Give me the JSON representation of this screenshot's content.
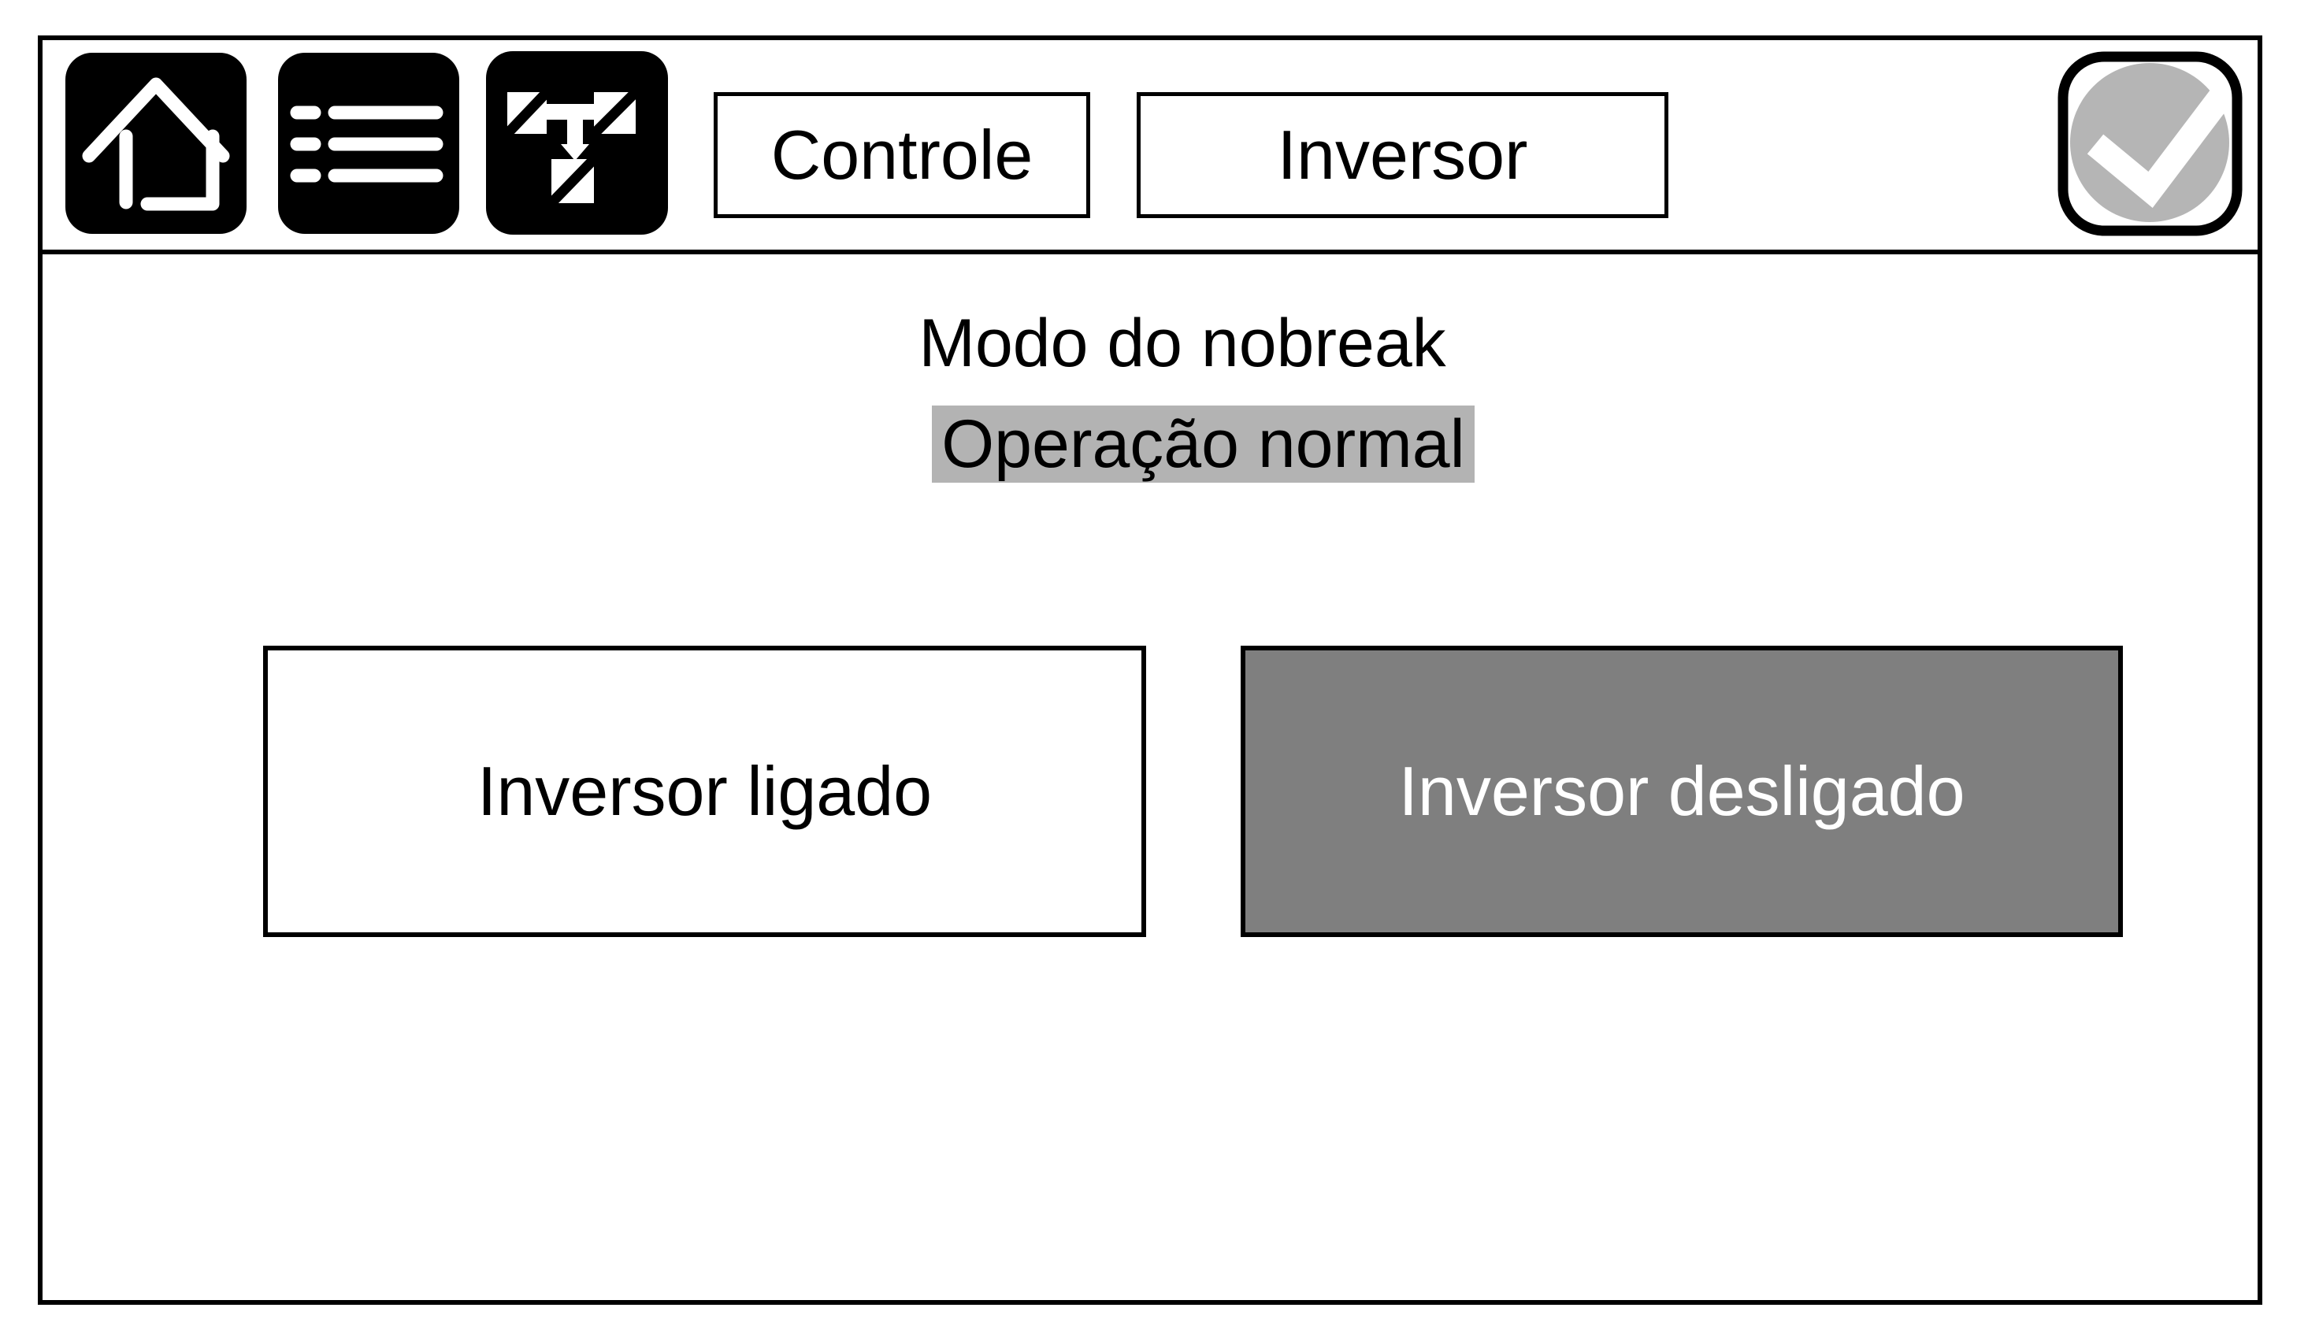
{
  "topbar": {
    "home_icon": "home-icon",
    "menu_icon": "menu-list-icon",
    "transfer_icon": "inverter-transfer-icon",
    "confirm_icon": "check-ok-icon",
    "controle_label": "Controle",
    "inversor_label": "Inversor"
  },
  "main": {
    "mode_title": "Modo do nobreak",
    "mode_value": "Operação normal",
    "inverter_on_label": "Inversor ligado",
    "inverter_off_label": "Inversor desligado"
  },
  "colors": {
    "frame_border": "#000000",
    "icon_bg": "#000000",
    "status_value_bg": "#b3b3b3",
    "check_circle_gray": "#b5b5b5",
    "inverter_off_bg": "#7f7f7f",
    "inverter_off_text": "#ffffff"
  }
}
